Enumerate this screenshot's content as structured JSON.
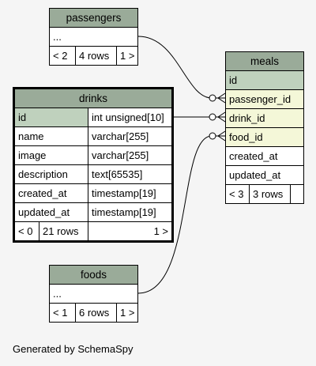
{
  "passengers": {
    "name": "passengers",
    "ellipsis": "...",
    "footer": [
      "< 2",
      "4 rows",
      "1 >"
    ]
  },
  "meals": {
    "name": "meals",
    "columns": [
      "id",
      "passenger_id",
      "drink_id",
      "food_id",
      "created_at",
      "updated_at"
    ],
    "footer": [
      "< 3",
      "3 rows",
      ""
    ]
  },
  "drinks": {
    "name": "drinks",
    "columns": [
      {
        "name": "id",
        "type": "int unsigned[10]"
      },
      {
        "name": "name",
        "type": "varchar[255]"
      },
      {
        "name": "image",
        "type": "varchar[255]"
      },
      {
        "name": "description",
        "type": "text[65535]"
      },
      {
        "name": "created_at",
        "type": "timestamp[19]"
      },
      {
        "name": "updated_at",
        "type": "timestamp[19]"
      }
    ],
    "footer": [
      "< 0",
      "21 rows",
      "1 >"
    ]
  },
  "foods": {
    "name": "foods",
    "ellipsis": "...",
    "footer": [
      "< 1",
      "6 rows",
      "1 >"
    ]
  },
  "generated_by": "Generated by SchemaSpy"
}
